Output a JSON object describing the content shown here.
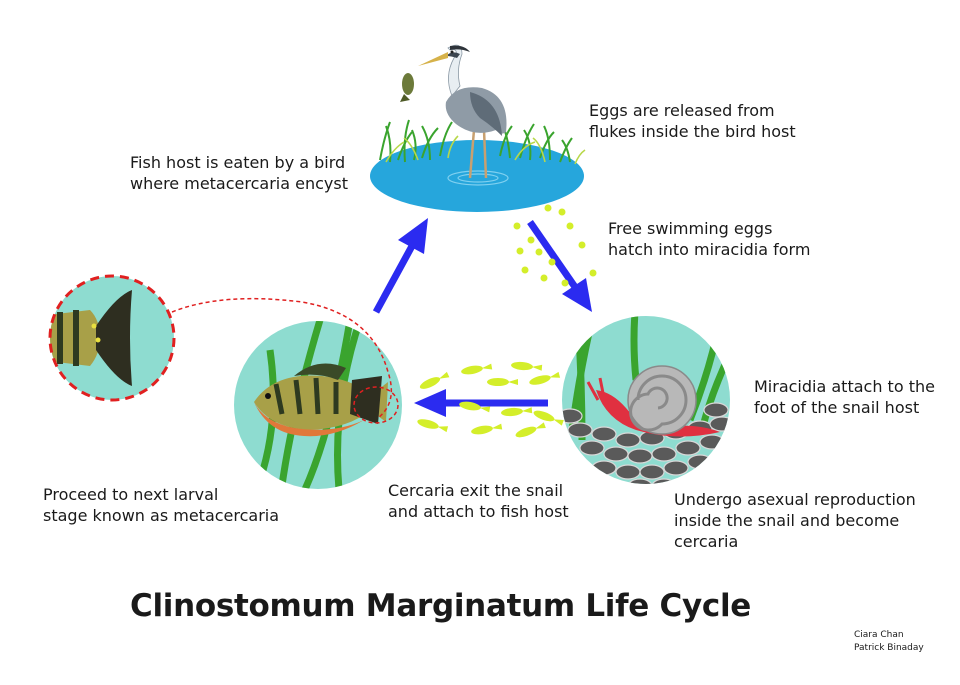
{
  "title": "Clinostomum Marginatum Life Cycle",
  "credits": "Ciara Chan\nPatrick Binaday",
  "captions": {
    "eggs_released": "Eggs are released from\nflukes inside the bird host",
    "eggs_hatch": "Free swimming eggs\nhatch into miracidia form",
    "miracidia_attach": "Miracidia attach to the\nfoot of the snail host",
    "asexual_reproduction": "Undergo asexual reproduction\ninside the snail and become\ncercaria",
    "cercaria_exit": "Cercaria exit the snail\nand attach to fish host",
    "metacercaria": "Proceed to next larval\nstage known as metacercaria",
    "fish_eaten": "Fish host is eaten by a bird\nwhere metacercaria encyst"
  },
  "colors": {
    "arrow": "#2b2bf0",
    "pond": "#26a6dc",
    "circle_bg": "#8edcd0",
    "larva": "#d4ee2a",
    "zoom_dash": "#e02020",
    "snail_foot": "#e03040",
    "grass": "#3aa42e"
  },
  "icons": {
    "bird": "heron-icon",
    "snail": "snail-icon",
    "fish": "fish-icon"
  }
}
